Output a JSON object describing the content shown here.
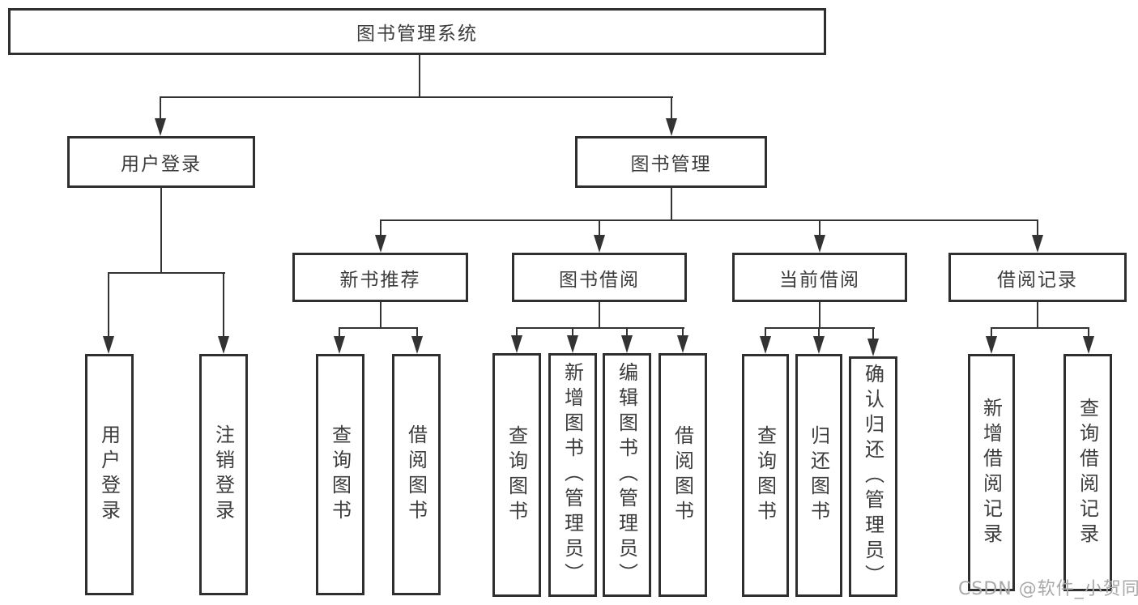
{
  "tree": {
    "label": "图书管理系统",
    "children": [
      {
        "label": "用户登录",
        "children": [
          {
            "label": "用户登录"
          },
          {
            "label": "注销登录"
          }
        ]
      },
      {
        "label": "图书管理",
        "children": [
          {
            "label": "新书推荐",
            "children": [
              {
                "label": "查询图书"
              },
              {
                "label": "借阅图书"
              }
            ]
          },
          {
            "label": "图书借阅",
            "children": [
              {
                "label": "查询图书"
              },
              {
                "label": "新增图书（管理员）"
              },
              {
                "label": "编辑图书（管理员）"
              },
              {
                "label": "借阅图书"
              }
            ]
          },
          {
            "label": "当前借阅",
            "children": [
              {
                "label": "查询图书"
              },
              {
                "label": "归还图书"
              },
              {
                "label": "确认归还（管理员）"
              }
            ]
          },
          {
            "label": "借阅记录",
            "children": [
              {
                "label": "新增借阅记录"
              },
              {
                "label": "查询借阅记录"
              }
            ]
          }
        ]
      }
    ]
  },
  "watermark": "CSDN @软件_小贺同学",
  "colors": {
    "line": "#333333",
    "border": "#2f2f2f",
    "text": "#3c3c3c",
    "watermark": "#a9a9a9",
    "background": "#ffffff"
  }
}
